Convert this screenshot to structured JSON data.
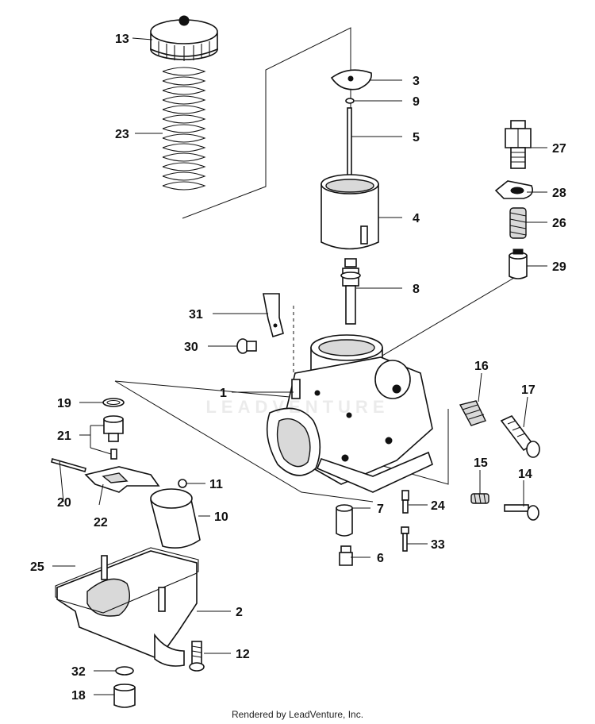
{
  "diagram": {
    "labels": {
      "p1": "1",
      "p2": "2",
      "p3": "3",
      "p4": "4",
      "p5": "5",
      "p6": "6",
      "p7": "7",
      "p8": "8",
      "p9": "9",
      "p10": "10",
      "p11": "11",
      "p12": "12",
      "p13": "13",
      "p14": "14",
      "p15": "15",
      "p16": "16",
      "p17": "17",
      "p18": "18",
      "p19": "19",
      "p20": "20",
      "p21": "21",
      "p22": "22",
      "p23": "23",
      "p24": "24",
      "p25": "25",
      "p26": "26",
      "p27": "27",
      "p28": "28",
      "p29": "29",
      "p30": "30",
      "p31": "31",
      "p32": "32",
      "p33": "33"
    },
    "watermark": "LEADVENTURE"
  },
  "footer": {
    "text": "Rendered by LeadVenture, Inc."
  }
}
